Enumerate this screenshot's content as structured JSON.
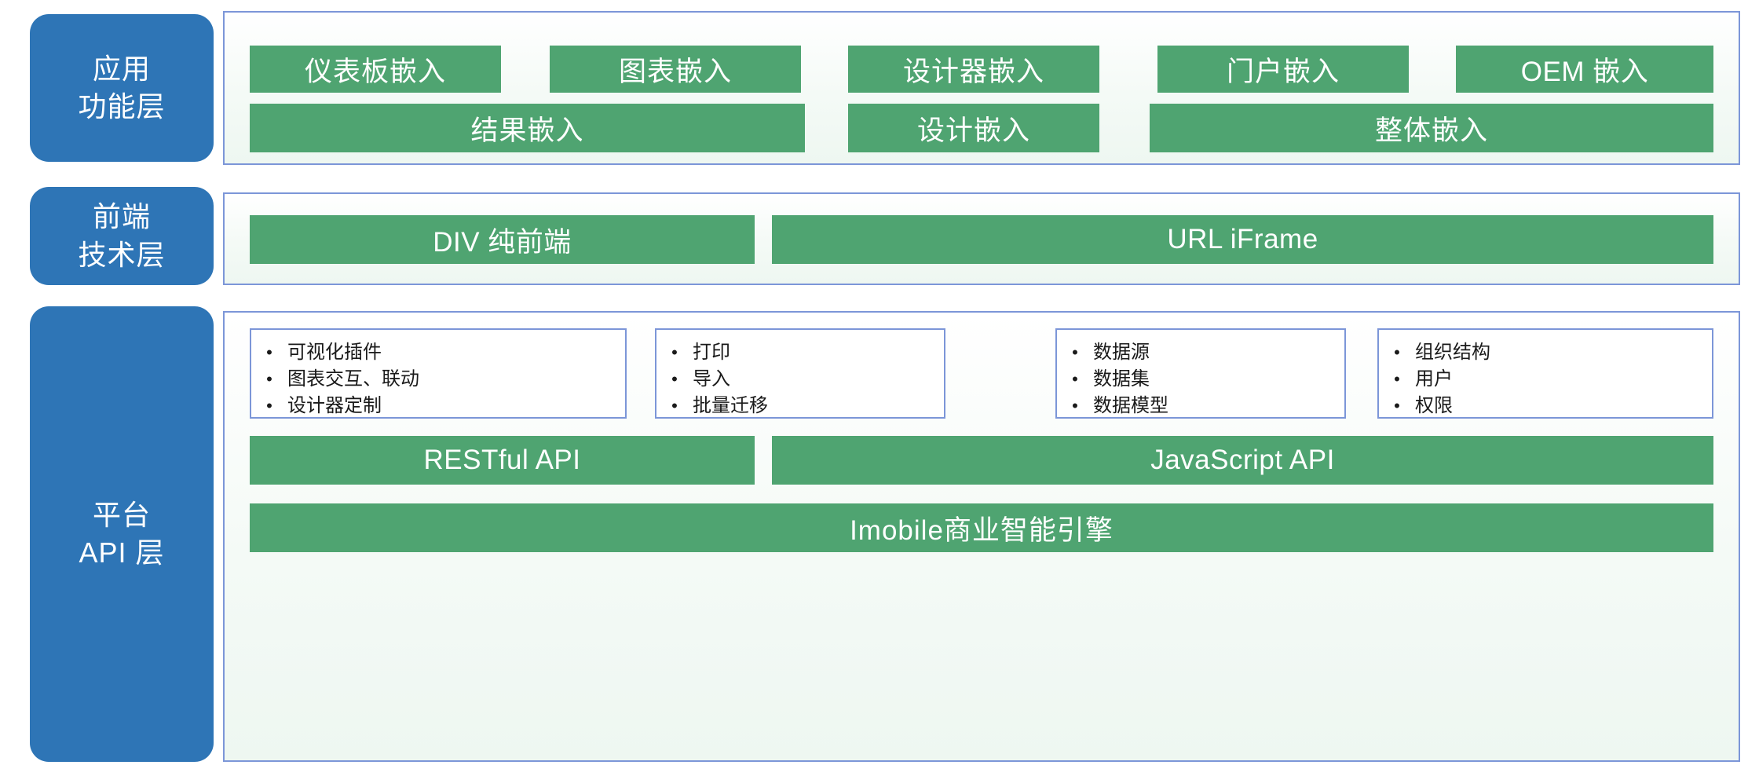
{
  "theme": {
    "blue_box": "#2E75B6",
    "green_bar": "#4FA471",
    "panel_border": "#7C96D8",
    "text_on_fill": "#FFFFFF",
    "list_text": "#1A1A1A",
    "bullet_glyph": "•"
  },
  "layers": [
    {
      "id": "application-function-layer",
      "label_lines": [
        "应用",
        "功能层"
      ],
      "rows": [
        {
          "id": "app-row-1",
          "items": [
            {
              "label": "仪表板嵌入"
            },
            {
              "label": "图表嵌入"
            },
            {
              "label": "设计器嵌入"
            },
            {
              "label": "门户嵌入"
            },
            {
              "label": "OEM 嵌入"
            }
          ]
        },
        {
          "id": "app-row-2",
          "items": [
            {
              "label": "结果嵌入"
            },
            {
              "label": "设计嵌入"
            },
            {
              "label": "整体嵌入"
            }
          ]
        }
      ]
    },
    {
      "id": "frontend-technology-layer",
      "label_lines": [
        "前端",
        "技术层"
      ],
      "rows": [
        {
          "id": "frontend-row-1",
          "items": [
            {
              "label": "DIV 纯前端"
            },
            {
              "label": "URL iFrame"
            }
          ]
        }
      ]
    },
    {
      "id": "platform-api-layer",
      "label_lines": [
        "平台",
        "API 层"
      ],
      "lists": [
        {
          "id": "visualization-list",
          "items": [
            "可视化插件",
            "图表交互、联动",
            "设计器定制"
          ]
        },
        {
          "id": "operations-list",
          "items": [
            "打印",
            "导入",
            "批量迁移"
          ]
        },
        {
          "id": "data-list",
          "items": [
            "数据源",
            "数据集",
            "数据模型"
          ]
        },
        {
          "id": "org-list",
          "items": [
            "组织结构",
            "用户",
            "权限"
          ]
        }
      ],
      "rows": [
        {
          "id": "api-row-1",
          "items": [
            {
              "label": "RESTful API"
            },
            {
              "label": "JavaScript API"
            }
          ]
        },
        {
          "id": "api-row-2",
          "items": [
            {
              "label": "Imobile商业智能引擎"
            }
          ]
        }
      ]
    }
  ]
}
